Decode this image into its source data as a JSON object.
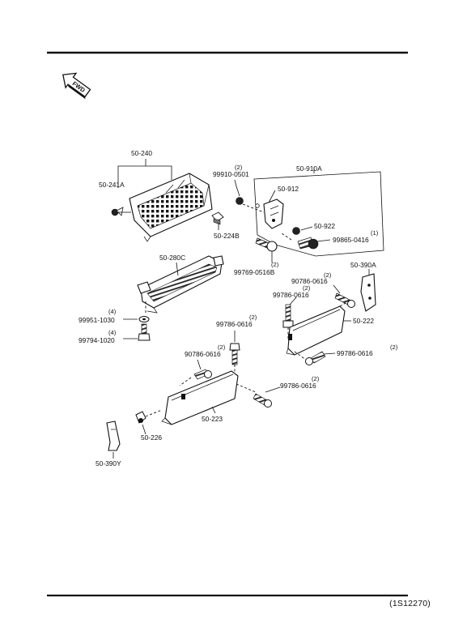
{
  "fwd_label": "FWD",
  "footer_code": "(1S12270)",
  "callouts": {
    "p50_240": "50-240",
    "p50_241A": "50-241A",
    "p50_224B": "50-224B",
    "p99910_0501_qty": "(2)",
    "p99910_0501": "99910-0501",
    "p50_910A": "50-910A",
    "p50_912": "50-912",
    "p50_922": "50-922",
    "p99865_0416_qty": "(1)",
    "p99865_0416": "99865-0416",
    "p99769_0516B_qty": "(2)",
    "p99769_0516B": "99769-0516B",
    "p50_280C": "50-280C",
    "p50_390A": "50-390A",
    "p90786_0616_r_qty": "(2)",
    "p90786_0616_r": "90786-0616",
    "p99786_0616_r_qty": "(2)",
    "p99786_0616_r": "99786-0616",
    "p99951_1030_qty": "(4)",
    "p99951_1030": "99951-1030",
    "p99794_1020_qty": "(4)",
    "p99794_1020": "99794-1020",
    "p99786_0616_c_qty": "(2)",
    "p99786_0616_c": "99786-0616",
    "p50_222": "50-222",
    "p90786_0616_c_qty": "(2)",
    "p90786_0616_c": "90786-0616",
    "p99786_0616_rr_qty": "(2)",
    "p99786_0616_rr": "99786-0616",
    "p99786_0616_b_qty": "(2)",
    "p99786_0616_b": "99786-0616",
    "p50_223": "50-223",
    "p50_226": "50-226",
    "p50_390Y": "50-390Y"
  }
}
